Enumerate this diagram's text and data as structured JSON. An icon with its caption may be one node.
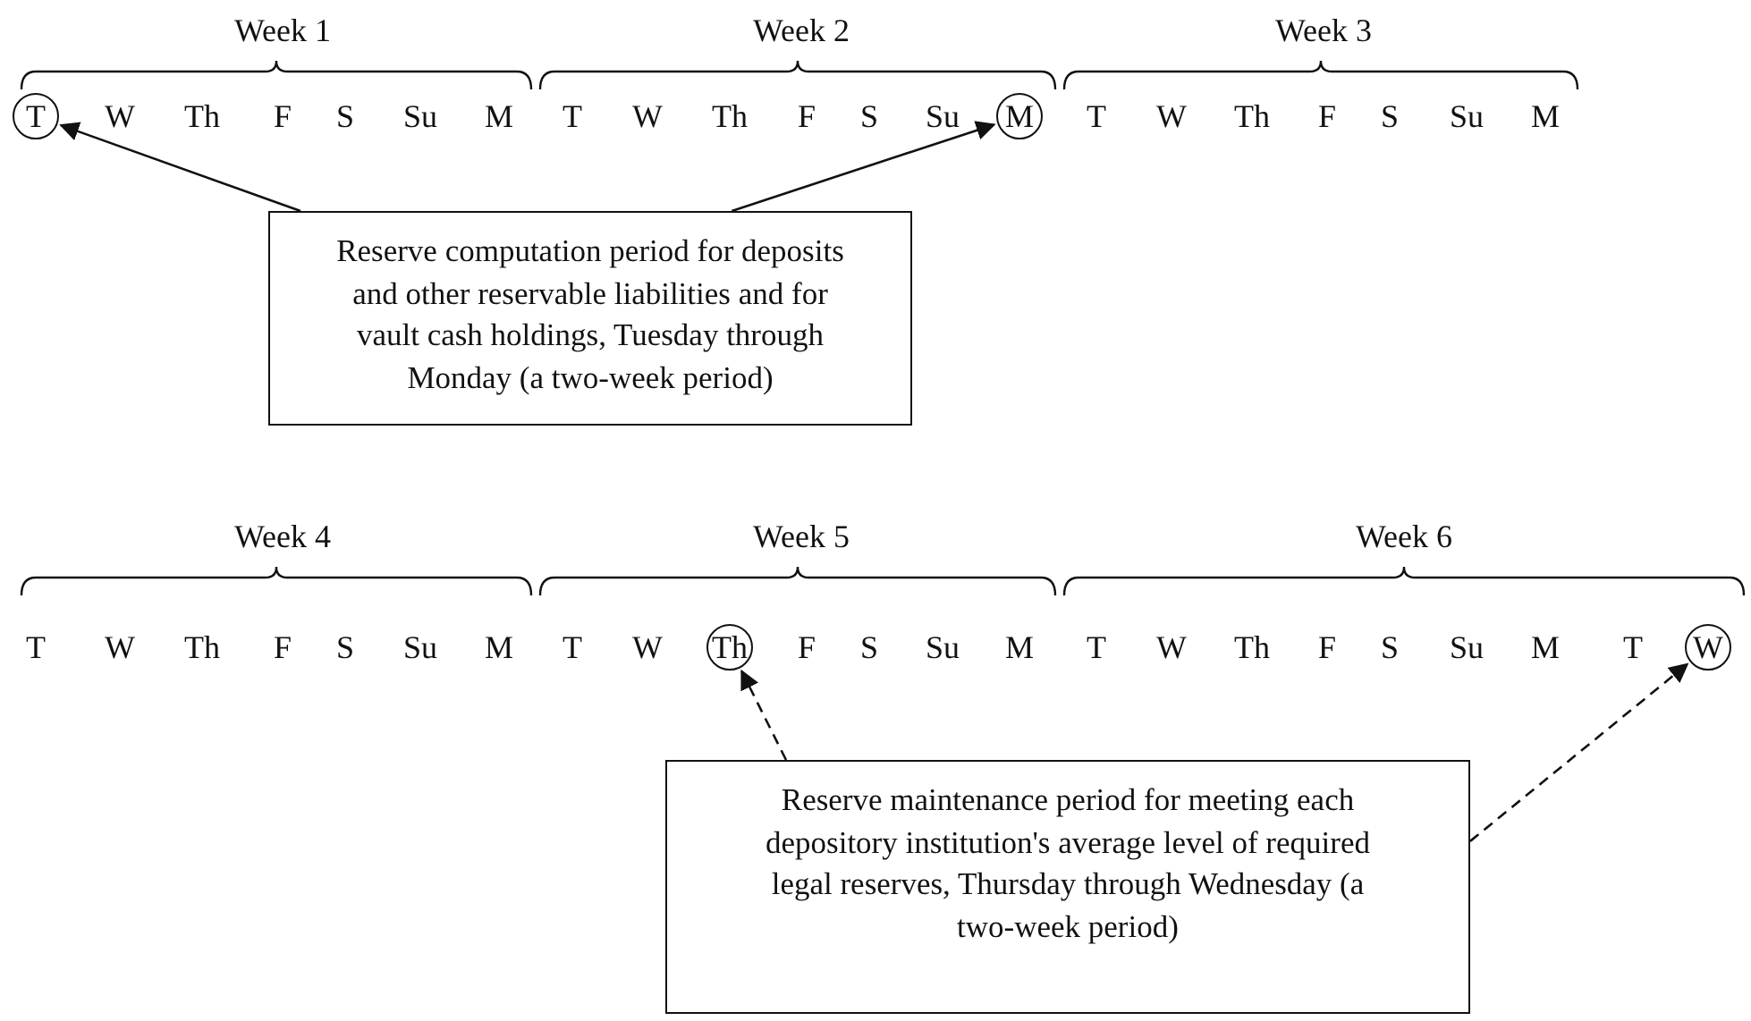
{
  "diagram": {
    "nodes": [
      {
        "text": [
          "T"
        ]
      },
      {
        "text": [
          "M"
        ]
      },
      {
        "text": [
          "Reserve computation period for deposits and other reservable liabilities and for vault cash holdings, Tuesday through Monday (a two-week period)"
        ]
      },
      {
        "text": [
          "Th"
        ]
      },
      {
        "text": [
          "W"
        ]
      },
      {
        "text": [
          "Reserve maintenance period for meeting each depository institution's average level of required legal reserves, Thursday through Wednesday (a two-week period)"
        ]
      }
    ],
    "edges": [
      {
        "from": 2,
        "to": 0,
        "arrow": "to"
      },
      {
        "from": 2,
        "to": 1,
        "arrow": "to"
      },
      {
        "from": 5,
        "to": 3,
        "arrow": "to",
        "style": "dashed"
      },
      {
        "from": 5,
        "to": 4,
        "arrow": "to",
        "style": "dashed"
      }
    ],
    "labels": [
      "Week 1",
      "Week 2",
      "Week 3",
      "W",
      "Th",
      "F",
      "S",
      "Su",
      "M",
      "T",
      "W",
      "Th",
      "F",
      "S",
      "Su",
      "T",
      "W",
      "Th",
      "F",
      "S",
      "Su",
      "M",
      "Week 4",
      "Week 5",
      "Week 6",
      "T",
      "W",
      "Th",
      "F",
      "S",
      "Su",
      "M",
      "T",
      "W",
      "F",
      "S",
      "Su",
      "M",
      "T",
      "W",
      "Th",
      "F",
      "S",
      "Su",
      "M",
      "T"
    ]
  }
}
